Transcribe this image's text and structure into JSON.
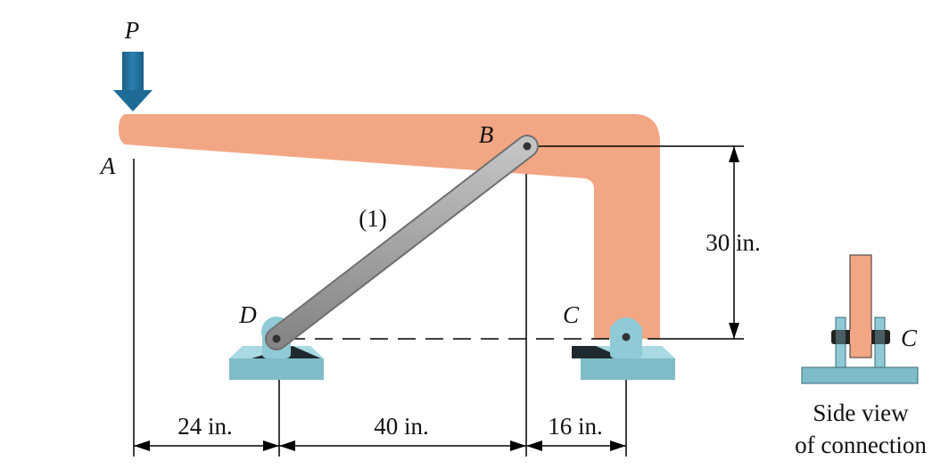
{
  "labels": {
    "load": "P",
    "point_a": "A",
    "point_b": "B",
    "point_c": "C",
    "point_d": "D",
    "member": "(1)"
  },
  "dimensions": {
    "height": "30 in.",
    "span_1": "24 in.",
    "span_2": "40 in.",
    "span_3": "16 in."
  },
  "side_view": {
    "point": "C",
    "caption_line1": "Side view",
    "caption_line2": "of connection"
  },
  "colors": {
    "beam": "#f3a684",
    "link": "#9b9b9b",
    "support": "#7fbcc9",
    "arrow": "#1f6b97"
  }
}
